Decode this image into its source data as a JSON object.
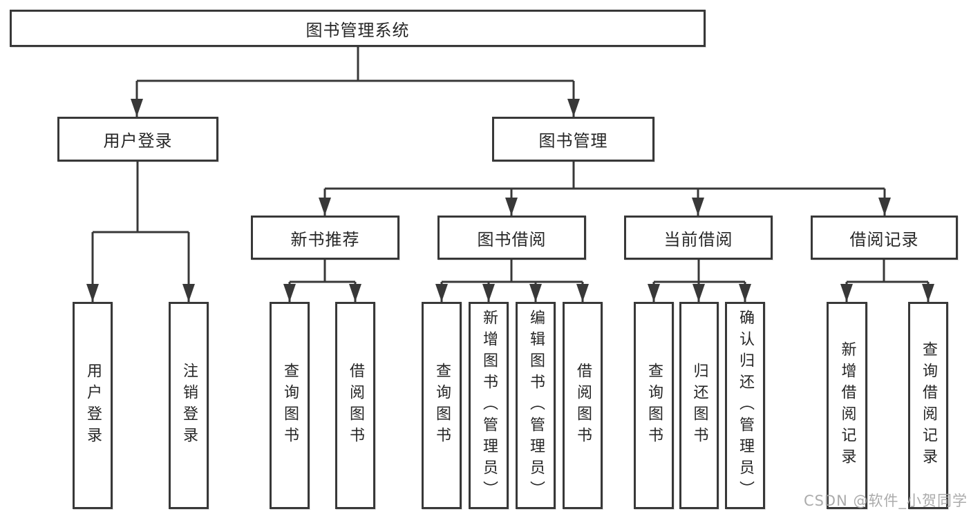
{
  "diagram": {
    "root": {
      "label": "图书管理系统"
    },
    "branches": [
      {
        "label": "用户登录",
        "children": [
          {
            "label": "用户登录"
          },
          {
            "label": "注销登录"
          }
        ]
      },
      {
        "label": "图书管理",
        "children": [
          {
            "label": "新书推荐",
            "children": [
              {
                "label": "查询图书"
              },
              {
                "label": "借阅图书"
              }
            ]
          },
          {
            "label": "图书借阅",
            "children": [
              {
                "label": "查询图书"
              },
              {
                "label": "新增图书（管理员）"
              },
              {
                "label": "编辑图书（管理员）"
              },
              {
                "label": "借阅图书"
              }
            ]
          },
          {
            "label": "当前借阅",
            "children": [
              {
                "label": "查询图书"
              },
              {
                "label": "归还图书"
              },
              {
                "label": "确认归还（管理员）"
              }
            ]
          },
          {
            "label": "借阅记录",
            "children": [
              {
                "label": "新增借阅记录"
              },
              {
                "label": "查询借阅记录"
              }
            ]
          }
        ]
      }
    ]
  },
  "colors": {
    "line": "#383838",
    "text": "#262626",
    "watermark": "#a4a4a4",
    "background": "#ffffff"
  },
  "watermark": {
    "text": "CSDN @软件_小贺同学"
  }
}
